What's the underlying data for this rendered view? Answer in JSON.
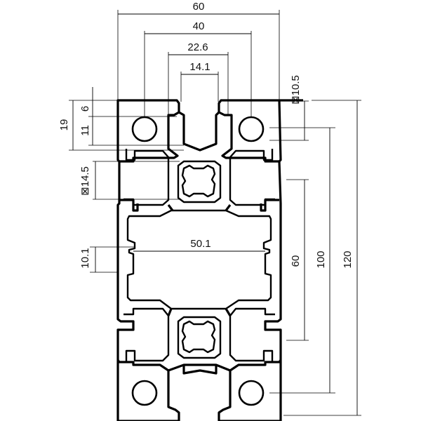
{
  "drawing": {
    "stroke_color": "#000000",
    "background_color": "#ffffff"
  },
  "dimensions": {
    "overall_width": "60",
    "slot_center_distance": "40",
    "slot_opening_outer": "22.6",
    "slot_opening_inner": "14.1",
    "corner_hole_square": "⊠10.5",
    "slot_depth_top": "6",
    "slot_depth_inner": "11",
    "slot_depth_total": "19",
    "middle_hole_square": "⊠14.5",
    "side_slot_width": "10.1",
    "central_cavity_width": "50.1",
    "central_height": "60",
    "hole_center_distance": "100",
    "overall_height": "120"
  }
}
